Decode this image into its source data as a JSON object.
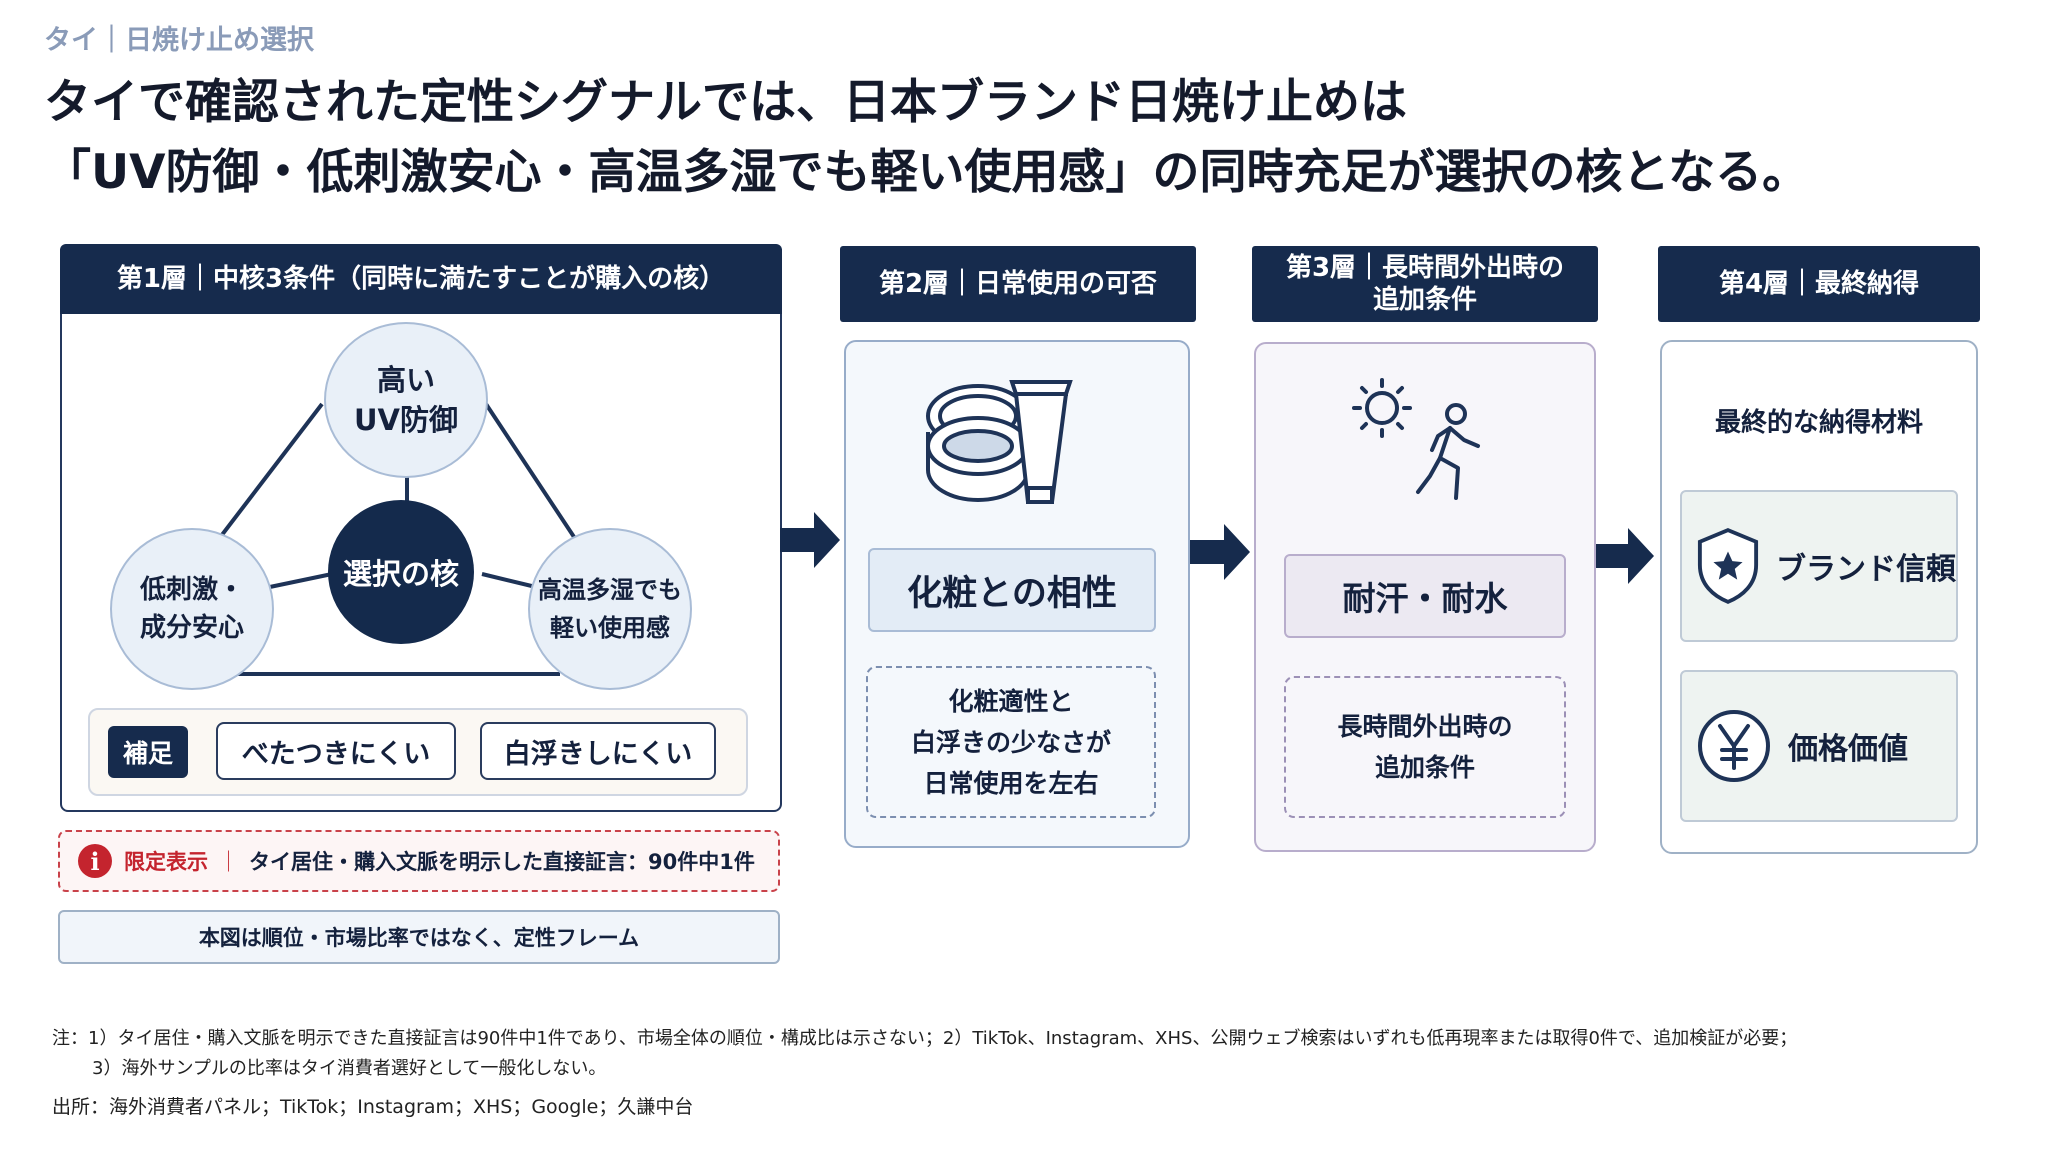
{
  "breadcrumb": "タイ｜日焼け止め選択",
  "headline": {
    "line1": "タイで確認された定性シグナルでは、日本ブランド日焼け止めは",
    "line2": "「UV防御・低刺激安心・高温多湿でも軽い使用感」の同時充足が選択の核となる。"
  },
  "layer1": {
    "title": "第1層｜中核3条件（同時に満たすことが購入の核）",
    "top_circle": {
      "line1": "高い",
      "line2": "UV防御"
    },
    "left_circle": {
      "line1": "低刺激・",
      "line2": "成分安心"
    },
    "right_circle": {
      "line1": "高温多湿でも",
      "line2": "軽い使用感"
    },
    "core": "選択の核",
    "supplement": {
      "tag": "補足",
      "items": [
        "べたつきにくい",
        "白浮きしにくい"
      ]
    },
    "limited": {
      "icon": "i",
      "tag": "限定表示",
      "separator": "｜",
      "text": "タイ居住・購入文脈を明示した直接証言：90件中1件"
    },
    "disclaimer": "本図は順位・市場比率ではなく、定性フレーム"
  },
  "layer2": {
    "title": "第2層｜日常使用の可否",
    "icon": "cosmetics-compact-tube-icon",
    "label": "化粧との相性",
    "detail": {
      "line1": "化粧適性と",
      "line2": "白浮きの少なさが",
      "line3": "日常使用を左右"
    }
  },
  "layer3": {
    "title_line1": "第3層｜長時間外出時の",
    "title_line2": "追加条件",
    "icon": "sun-walking-person-icon",
    "label": "耐汗・耐水",
    "detail": {
      "line1": "長時間外出時の",
      "line2": "追加条件"
    }
  },
  "layer4": {
    "title": "第4層｜最終納得",
    "subtitle": "最終的な納得材料",
    "items": [
      {
        "icon": "shield-star-icon",
        "label": "ブランド信頼"
      },
      {
        "icon": "yen-coin-icon",
        "label": "価格価値"
      }
    ]
  },
  "notes": {
    "line1": "注：1）タイ居住・購入文脈を明示できた直接証言は90件中1件であり、市場全体の順位・構成比は示さない；2）TikTok、Instagram、XHS、公開ウェブ検索はいずれも低再現率または取得0件で、追加検証が必要；",
    "line2": "3）海外サンプルの比率はタイ消費者選好として一般化しない。",
    "source": "出所：海外消費者パネル；TikTok；Instagram；XHS；Google；久謙中台"
  },
  "colors": {
    "navy": "#162b4d",
    "alert_red": "#c4242e",
    "circle_fill": "#e9f0f8"
  }
}
